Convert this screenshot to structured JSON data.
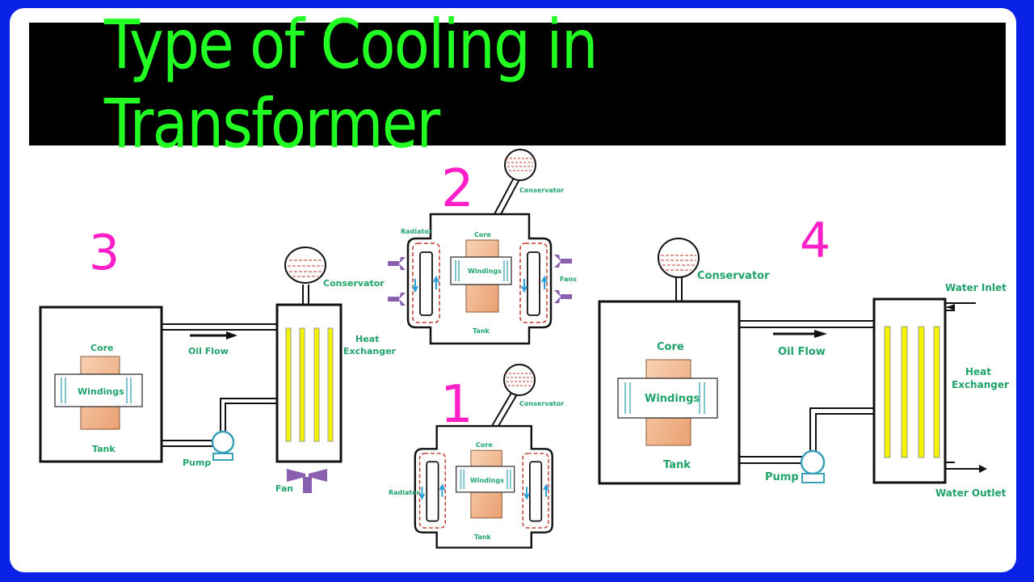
{
  "title": "Type of Cooling in Transformer",
  "colors": {
    "border": "#0a22e6",
    "title_bar": "#000000",
    "title_text": "#22ff22",
    "number": "#ff1ec8",
    "label": "#1fa36a",
    "core": "#f2b48a",
    "heat_exchanger_bars": "#f4f400",
    "fan": "#8a5fb0",
    "oil_dashed": "#c0392b",
    "pump": "#3aa0b8"
  },
  "diagram3": {
    "number": "3",
    "core": "Core",
    "windings": "Windings",
    "tank": "Tank",
    "oil_flow": "Oil Flow",
    "conservator": "Conservator",
    "heat_exchanger_1": "Heat",
    "heat_exchanger_2": "Exchanger",
    "pump": "Pump",
    "fan": "Fan"
  },
  "diagram2": {
    "number": "2",
    "radiator": "Radiator",
    "core": "Core",
    "windings": "Windings",
    "tank": "Tank",
    "conservator": "Conservator",
    "fans": "Fans"
  },
  "diagram1": {
    "number": "1",
    "radiator": "Radiator",
    "core": "Core",
    "windings": "Windings",
    "tank": "Tank",
    "conservator": "Conservator"
  },
  "diagram4": {
    "number": "4",
    "conservator": "Conservator",
    "core": "Core",
    "windings": "Windings",
    "tank": "Tank",
    "oil_flow": "Oil Flow",
    "pump": "Pump",
    "water_inlet": "Water Inlet",
    "heat_exchanger_1": "Heat",
    "heat_exchanger_2": "Exchanger",
    "water_outlet": "Water Outlet"
  }
}
